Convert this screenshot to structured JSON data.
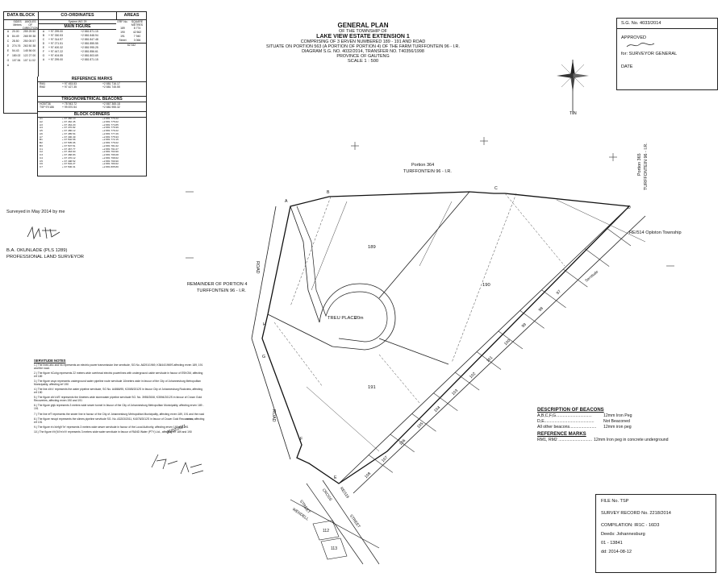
{
  "data_block": {
    "headers": [
      "DATA BLOCK",
      "CO-ORDINATES",
      "AREAS"
    ],
    "system_line": "System WG 29",
    "sub_headers": [
      "SIDES Metres",
      "ANGLES OF DIRECTION"
    ],
    "main_figure_title": "MAIN FIGURE",
    "points": [
      "A",
      "B",
      "C",
      "D",
      "E",
      "F",
      "G",
      "A"
    ],
    "sides": [
      "20.00",
      "84.49",
      "28.50",
      "274.76",
      "54.43",
      "180.02",
      "107.54"
    ],
    "angles": [
      "259 25 50",
      "265 59 38",
      "250 05 57",
      "263 50 38",
      "145 56 00",
      "122 27 00",
      "107 11 02"
    ],
    "main_y": [
      "+ 97 299.00",
      "+ 97 330.53",
      "+ 97 314.97",
      "+ 97 271.51",
      "+ 97 400.32",
      "+ 97 447.22",
      "+ 97 404.55",
      "+ 97 299.00"
    ],
    "main_x": [
      "+2 881 871.15",
      "+2 881 848.94",
      "+2 881 847.48",
      "+2 881 855.55",
      "+2 881 995.25",
      "+2 881 856.61",
      "+2 881 803.69",
      "+2 881 871.15"
    ],
    "area_heads": [
      "ERF No.",
      "SQUARE METRES"
    ],
    "area_rows": [
      [
        "189",
        "8 774"
      ],
      [
        "190",
        "42 562"
      ],
      [
        "191",
        "7 940"
      ],
      [
        "Street",
        "3 066"
      ]
    ],
    "area_total": "62 342",
    "ref_title": "REFERENCE MARKS",
    "ref_rows": [
      [
        "RM1",
        "+ 97 453.53",
        "+2 881 716.17"
      ],
      [
        "RM2",
        "+ 97 427.35",
        "+2 881 745.55"
      ]
    ],
    "trig_title": "TRIGONOMETRICAL BEACONS",
    "trig_rows": [
      [
        "HO5/T36",
        "+ 78 943.72",
        "+2 867 365.18"
      ],
      [
        "TSP 97/186",
        "+ 99 870.54",
        "+2 881 955.32"
      ]
    ],
    "block_title": "BLOCK CORNERS",
    "block_rows": [
      [
        "A1",
        "+ 97 460.10",
        "+2 881 770.22"
      ],
      [
        "A2",
        "+ 97 462.45",
        "+2 881 775.02"
      ],
      [
        "A3",
        "+ 97 464.20",
        "+2 881 774.85"
      ],
      [
        "A4",
        "+ 97 470.82",
        "+2 881 776.99"
      ],
      [
        "A5",
        "+ 97 480.12",
        "+2 881 779.22"
      ],
      [
        "A6",
        "+ 97 485.54",
        "+2 881 777.26"
      ],
      [
        "A7",
        "+ 97 490.49",
        "+2 881 775.93"
      ],
      [
        "B1",
        "+ 97 502.58",
        "+2 881 772.15"
      ],
      [
        "B2",
        "+ 97 505.06",
        "+2 881 776.02"
      ],
      [
        "B3",
        "+ 97 507.51",
        "+2 881 781.62"
      ],
      [
        "C1",
        "+ 97 467.77",
        "+2 881 791.07"
      ],
      [
        "C2",
        "+ 97 463.60",
        "+2 881 793.90"
      ],
      [
        "C3",
        "+ 97 468.83",
        "+2 881 796.08"
      ],
      [
        "C4",
        "+ 97 470.12",
        "+2 881 798.62"
      ],
      [
        "C5",
        "+ 97 498.52",
        "+2 881 799.90"
      ],
      [
        "C6",
        "+ 97 504.27",
        "+2 881 780.62"
      ],
      [
        "C7",
        "+ 97 506.31",
        "+2 881 805.80"
      ]
    ]
  },
  "title": {
    "line1": "GENERAL PLAN",
    "line2": "OF THE TOWNSHIP OF",
    "line3": "LAKE VIEW ESTATE EXTENSION 1",
    "line4": "COMPRISING OF 3 ERVEN NUMBERED 189 - 191 AND ROAD",
    "line5_a": "SITUATE ON PORTION 563 (A PORTION OF PORTION 4) OF THE FARM TURFFONTEIN 96 - I.R.",
    "line6": "DIAGRAM S.G. NO. 4032/2014, TRANSFER NO. T40356/1998",
    "line7": "PROVINCE OF GAUTENG",
    "line8": "SCALE     1  :  500"
  },
  "sg_box": {
    "number": "S.G. No. 4033/2014",
    "approved": "APPROVED",
    "for": "for: SURVEYOR GENERAL",
    "date": "DATE"
  },
  "north": {
    "label": "T N"
  },
  "surveyor": {
    "surveyed": "Surveyed in May 2014 by me",
    "name": "B.A. OKUNLADE (PLS 1289)",
    "title": "PROFESSIONAL LAND SURVEYOR"
  },
  "servitude_notes": {
    "title": "SERVITUDE NOTES",
    "lines": [
      "1.) The lines abc and hk represents an electric power transmission line servitude, SG No. A6291/1969, K3644/1969S affecting erven 189, 191 and the road.",
      "2.) The figure hCuhg represents 22 meters wide overhead electric powerlines with underground cable servitude in favour of ESKOM, affecting erf 189",
      "3.) The figure vwyz represents underground water pipeline route servitude 10meters wide in favour of the City of Johannesburg Metropolitan Municipality, affecting erf 190",
      "4.) The line a'b'c' represents the water pipeline servitude, SG No. A4868/95, K2085/2012S in favour City of Johannesburg Rockview, affecting erf 190",
      "5.) The figure a'b'c'd'E represents the 6meters wide stormwater pipeline servitude SG. No. 3955/2008, K3594/2012S in favour of Crown Gold Recoveries, affecting erven 190 and 191",
      "6.) The figure ghjk represents 3 meters wide sewer tunnel in favour of the City of Johannesburg Metropolitan Municipality, affecting erven 189 - 191",
      "7.) The line efT represents the sewer line in favour of the City of Johannesburg Metropolitan Municipality, affecting erven 189, 191 and the road",
      "8.) The figure mnopt represents the slimes pipeline servitude SG. No. A3203/2011, K4078/2012S in favour of Crown Gold Recoveries, affecting erf 191",
      "9.) The figure e'c'a'efg'h'i'e' represents 3 meters wide sewer servitude in favour of the Local Authority, affecting erven 190 and 191",
      "10.) The figure b'h'j'k'l'm'n'b' represents 3 meters wide water servitude in favour of RAND Water (PTY) Ltd., affecting erf 189 and 190"
    ],
    "date_note": "05/02/2021"
  },
  "parcels": {
    "portion_364": "Portion 364",
    "portion_364_farm": "TURFFONTEIN 96 - I.R.",
    "remainder": "REMAINDER OF PORTION 4",
    "remainder_farm": "TURFFONTEIN 96 - I.R.",
    "portion_365": "Portion 365",
    "portion_365_farm": "TURFFONTEIN 96 - I.R.",
    "re514": "RE/514 Oploton Township",
    "erf189": "189",
    "erf190": "190",
    "erf191": "191",
    "treu": "TREU PLACE",
    "treu_width": "20m",
    "road_upper": "ROAD",
    "road_lower": "ROAD",
    "servitude": "Servitude",
    "re_label": "RE/116",
    "street_wendell": "WENDELL",
    "street_street1": "STREET",
    "street_cross": "CROSS",
    "street_street2": "STREET",
    "erf112": "112",
    "erf113": "113"
  },
  "corners": [
    "A",
    "B",
    "C",
    "D",
    "E",
    "F",
    "G",
    "H"
  ],
  "lot_numbers": [
    "97",
    "98",
    "99",
    "100",
    "101",
    "102",
    "103",
    "104",
    "105",
    "106",
    "107",
    "108"
  ],
  "beacons": {
    "title": "DESCRIPTION OF BEACONS",
    "rows": [
      [
        "A,B,C,F,G...............................",
        "12mm Iron Peg"
      ],
      [
        "D,E...........................................",
        "Not Beaconed"
      ],
      [
        "All other beacons.......................",
        "12mm iron peg"
      ]
    ],
    "ref_title": "REFERENCE MARKS",
    "ref_row": [
      "RM1, RM2 .............................",
      "12mm Iron peg in concrete underground"
    ]
  },
  "file_box": {
    "file": "FILE No. TSP",
    "survey": "SURVEY RECORD No. 2218/2014",
    "compilation": "COMPILATION:  IR1C - 16D3",
    "deeds": "Deeds:  Johannesburg",
    "line1": "01 - 13841",
    "line2": "dd: 2014-08-12"
  }
}
